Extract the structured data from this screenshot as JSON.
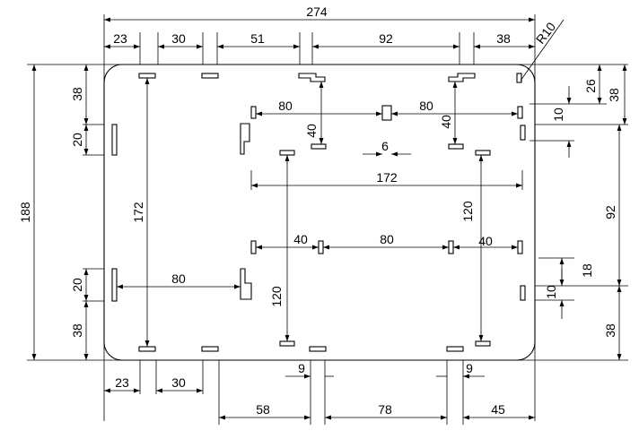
{
  "drawing": {
    "type": "technical-dimension-drawing",
    "units": "mm"
  },
  "labels": {
    "overall_width": "274",
    "overall_height": "188",
    "corner_radius": "R10",
    "top_23": "23",
    "top_30": "30",
    "top_51": "51",
    "top_92": "92",
    "top_38": "38",
    "bottom_23": "23",
    "bottom_30": "30",
    "bottom_9a": "9",
    "bottom_9b": "9",
    "bottom_58": "58",
    "bottom_78": "78",
    "bottom_45": "45",
    "left_38_top": "38",
    "left_20_top": "20",
    "left_20_bottom": "20",
    "left_38_bottom": "38",
    "right_26": "26",
    "right_38_top": "38",
    "right_10_top": "10",
    "right_92": "92",
    "right_18": "18",
    "right_10_bottom": "10",
    "right_38_bottom": "38",
    "inner_172_vertical": "172",
    "inner_80_left": "80",
    "inner_80_topleft": "80",
    "inner_80_topright": "80",
    "inner_40_left": "40",
    "inner_40_right": "40",
    "inner_6": "6",
    "inner_172_horizontal": "172",
    "inner_120_right": "120",
    "inner_120_left": "120",
    "mid_40_left": "40",
    "mid_80": "80",
    "mid_40_right": "40"
  }
}
